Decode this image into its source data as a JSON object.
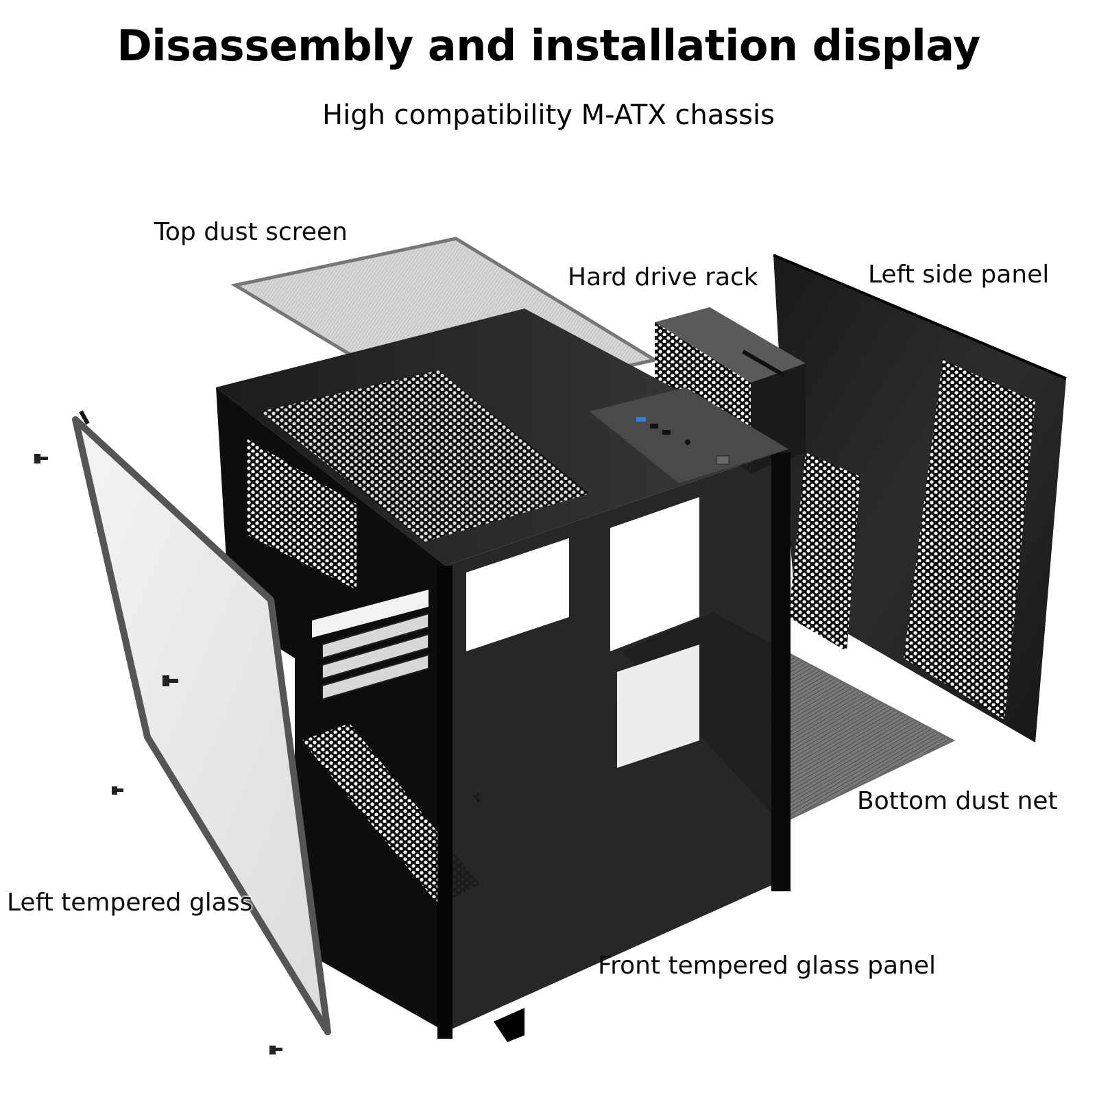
{
  "header": {
    "title": "Disassembly and installation display",
    "subtitle": "High compatibility M-ATX chassis"
  },
  "callouts": {
    "top_dust_screen": "Top dust screen",
    "hard_drive_rack": "Hard drive rack",
    "left_side_panel": "Left side panel",
    "bottom_dust_net": "Bottom dust net",
    "left_tempered_glass": "Left tempered glass",
    "front_tempered_glass_panel": "Front tempered glass panel"
  },
  "colors": {
    "chassis": "#111111",
    "chassis_top": "#2a2a2a",
    "glass": "#e6e6e6",
    "glass_frame": "#5a5a5a",
    "mesh": "#9a9a9a",
    "usb_accent": "#2f7fd8"
  }
}
